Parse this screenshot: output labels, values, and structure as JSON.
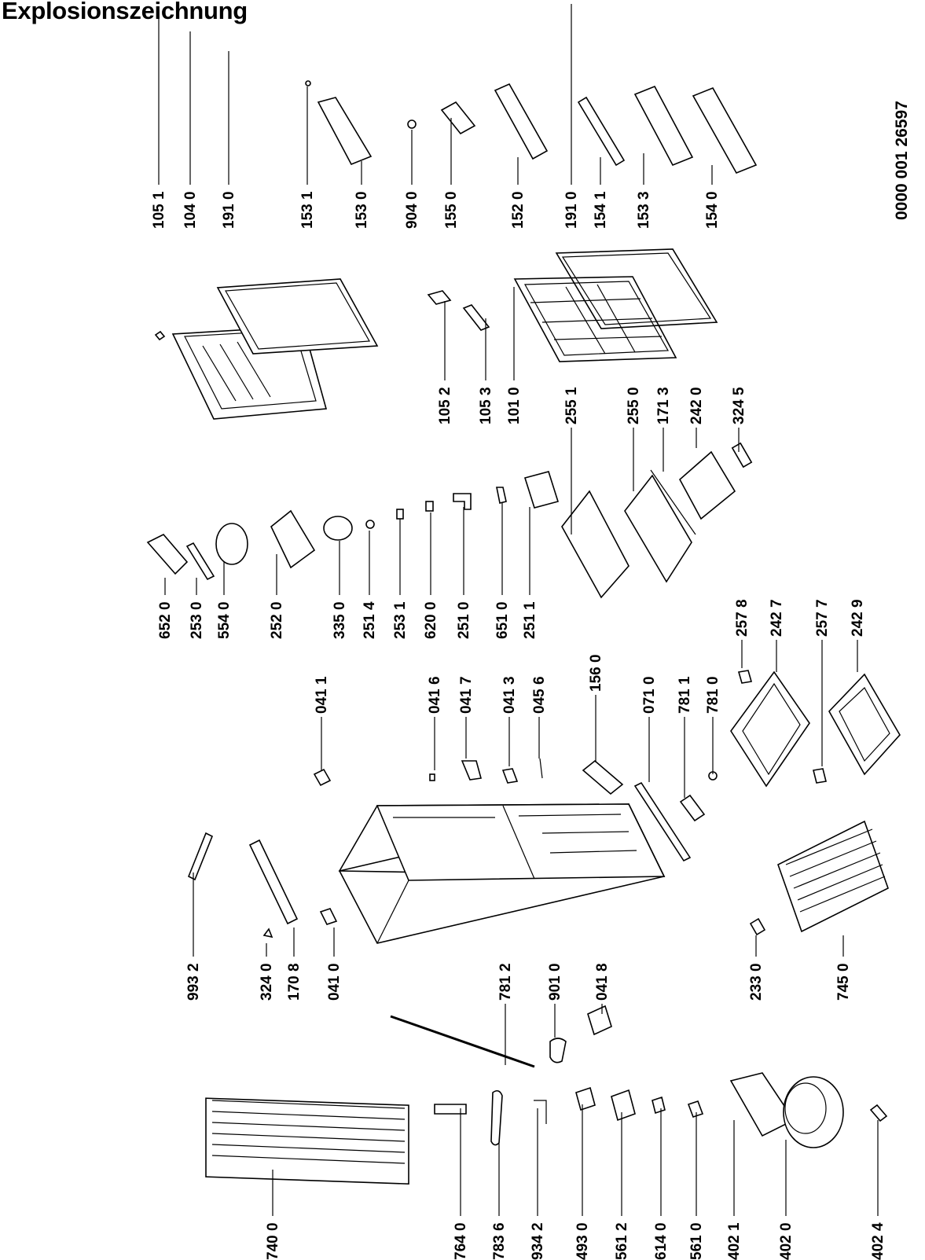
{
  "title": "Explosionszeichnung",
  "document_number": "0000 001 26597",
  "parts": [
    {
      "id": "part-1051",
      "label": "105 1"
    },
    {
      "id": "part-1040",
      "label": "104 0"
    },
    {
      "id": "part-1910a",
      "label": "191 0"
    },
    {
      "id": "part-1531",
      "label": "153 1"
    },
    {
      "id": "part-1530",
      "label": "153 0"
    },
    {
      "id": "part-9040",
      "label": "904 0"
    },
    {
      "id": "part-1550",
      "label": "155 0"
    },
    {
      "id": "part-1520",
      "label": "152 0"
    },
    {
      "id": "part-1910b",
      "label": "191 0"
    },
    {
      "id": "part-1541",
      "label": "154 1"
    },
    {
      "id": "part-1533",
      "label": "153 3"
    },
    {
      "id": "part-1540",
      "label": "154 0"
    },
    {
      "id": "part-1052",
      "label": "105 2"
    },
    {
      "id": "part-1053",
      "label": "105 3"
    },
    {
      "id": "part-1010",
      "label": "101 0"
    },
    {
      "id": "part-2551",
      "label": "255 1"
    },
    {
      "id": "part-2550",
      "label": "255 0"
    },
    {
      "id": "part-1713",
      "label": "171 3"
    },
    {
      "id": "part-2420",
      "label": "242 0"
    },
    {
      "id": "part-3245",
      "label": "324 5"
    },
    {
      "id": "part-6520",
      "label": "652 0"
    },
    {
      "id": "part-2530",
      "label": "253 0"
    },
    {
      "id": "part-5540",
      "label": "554 0"
    },
    {
      "id": "part-2520",
      "label": "252 0"
    },
    {
      "id": "part-3350",
      "label": "335 0"
    },
    {
      "id": "part-2514",
      "label": "251 4"
    },
    {
      "id": "part-2531",
      "label": "253 1"
    },
    {
      "id": "part-6200",
      "label": "620 0"
    },
    {
      "id": "part-2510",
      "label": "251 0"
    },
    {
      "id": "part-6510",
      "label": "651 0"
    },
    {
      "id": "part-2511",
      "label": "251 1"
    },
    {
      "id": "part-0411",
      "label": "041 1"
    },
    {
      "id": "part-0416",
      "label": "041 6"
    },
    {
      "id": "part-0417",
      "label": "041 7"
    },
    {
      "id": "part-0413",
      "label": "041 3"
    },
    {
      "id": "part-0456",
      "label": "045 6"
    },
    {
      "id": "part-1560",
      "label": "156 0"
    },
    {
      "id": "part-0710",
      "label": "071 0"
    },
    {
      "id": "part-7811",
      "label": "781 1"
    },
    {
      "id": "part-7810",
      "label": "781 0"
    },
    {
      "id": "part-2578",
      "label": "257 8"
    },
    {
      "id": "part-2427",
      "label": "242 7"
    },
    {
      "id": "part-2577",
      "label": "257 7"
    },
    {
      "id": "part-2429",
      "label": "242 9"
    },
    {
      "id": "part-9932",
      "label": "993 2"
    },
    {
      "id": "part-3240",
      "label": "324 0"
    },
    {
      "id": "part-1708",
      "label": "170 8"
    },
    {
      "id": "part-0410",
      "label": "041 0"
    },
    {
      "id": "part-7812",
      "label": "781 2"
    },
    {
      "id": "part-9010",
      "label": "901 0"
    },
    {
      "id": "part-0418",
      "label": "041 8"
    },
    {
      "id": "part-2330",
      "label": "233 0"
    },
    {
      "id": "part-7450",
      "label": "745 0"
    },
    {
      "id": "part-7400",
      "label": "740 0"
    },
    {
      "id": "part-7640",
      "label": "764 0"
    },
    {
      "id": "part-7836",
      "label": "783 6"
    },
    {
      "id": "part-9342",
      "label": "934 2"
    },
    {
      "id": "part-4930",
      "label": "493 0"
    },
    {
      "id": "part-5612",
      "label": "561 2"
    },
    {
      "id": "part-6140",
      "label": "614 0"
    },
    {
      "id": "part-5610",
      "label": "561 0"
    },
    {
      "id": "part-4021",
      "label": "402 1"
    },
    {
      "id": "part-4020",
      "label": "402 0"
    },
    {
      "id": "part-4024",
      "label": "402 4"
    }
  ]
}
